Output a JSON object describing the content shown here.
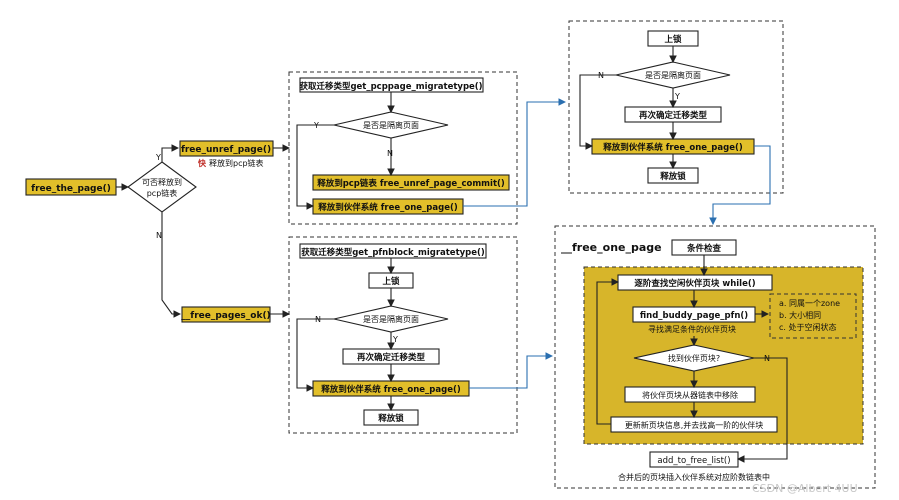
{
  "nodes": {
    "free_the_page": "free_the_page()",
    "can_release": "可否释放到pcp链表",
    "free_unref_page": "free_unref_page()",
    "free_unref_note_icon": "快",
    "free_unref_note": "释放到pcp链表",
    "free_pages_ok": "__free_pages_ok()",
    "top_title": "获取迁移类型get_pcppage_migratetype()",
    "top_isolated": "是否是隔离页面",
    "top_commit": "释放到pcp链表  free_unref_page_commit()",
    "top_buddy": "释放到伙伴系统  free_one_page()",
    "mid_title": "获取迁移类型get_pfnblock_migratetype()",
    "mid_lock": "上锁",
    "mid_isolated": "是否是隔离页面",
    "mid_reconfirm": "再次确定迁移类型",
    "mid_buddy": "释放到伙伴系统      free_one_page()",
    "mid_unlock": "释放锁",
    "tr_lock": "上锁",
    "tr_isolated": "是否是隔离页面",
    "tr_reconfirm": "再次确定迁移类型",
    "tr_buddy": "释放到伙伴系统       free_one_page()",
    "tr_unlock": "释放锁",
    "br_title": "__free_one_page",
    "br_check": "条件检查",
    "br_loop": "逐阶查找空闲伙伴页块 while()",
    "br_find": "find_buddy_page_pfn()",
    "br_find_note": "寻找满足条件的伙伴页块",
    "br_cond_a": "a. 同属一个zone",
    "br_cond_b": "b. 大小相同",
    "br_cond_c": "c. 处于空闲状态",
    "br_found": "找到伙伴页块?",
    "br_remove": "将伙伴页块从器链表中移除",
    "br_update": "更新新页块信息,并去找高一阶的伙伴块",
    "br_add": "add_to_free_list()",
    "br_add_note": "合并后的页块插入伙伴系统对应阶数链表中"
  },
  "edge_labels": {
    "yes": "Y",
    "no": "N"
  },
  "watermark": "CSDN @Albert 4UU",
  "colors": {
    "highlight": "#e2bf2a",
    "region": "#d7b52a",
    "stroke": "#222222",
    "edge_blue": "#2a6fb0"
  }
}
